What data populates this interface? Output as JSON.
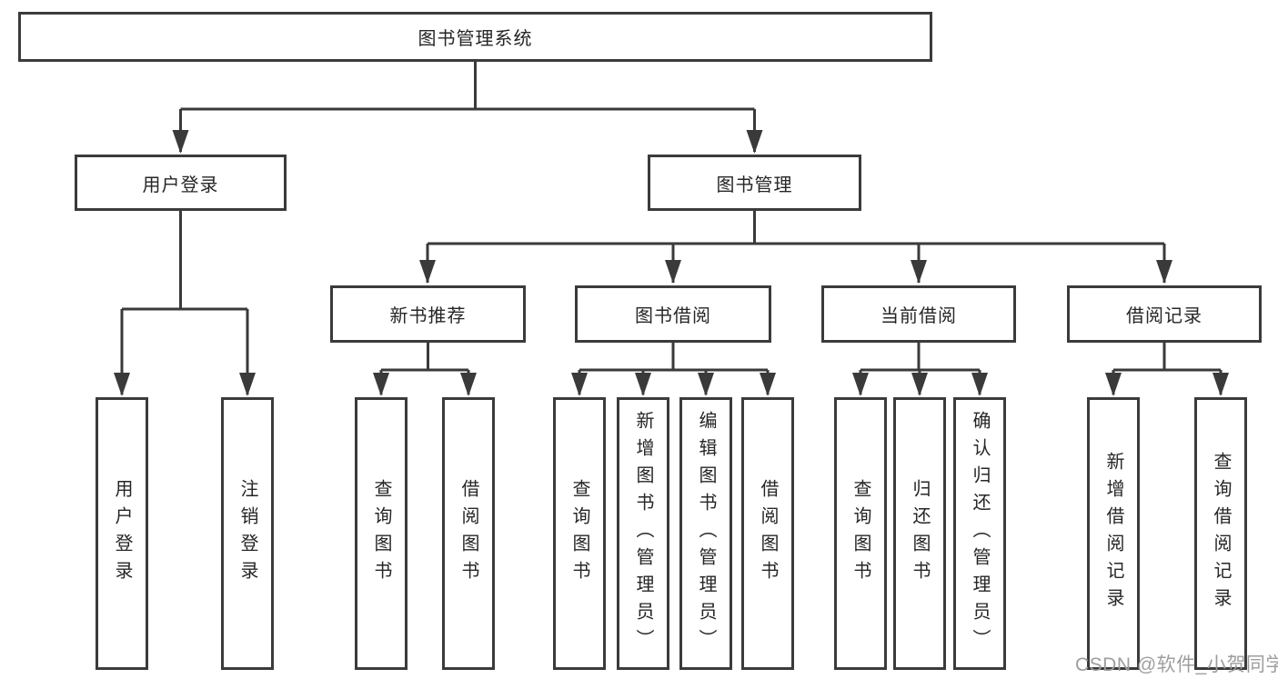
{
  "diagram": {
    "root": {
      "label": "图书管理系统"
    },
    "level2": [
      {
        "label": "用户登录"
      },
      {
        "label": "图书管理"
      }
    ],
    "level3": [
      {
        "label": "新书推荐"
      },
      {
        "label": "图书借阅"
      },
      {
        "label": "当前借阅"
      },
      {
        "label": "借阅记录"
      }
    ],
    "leaves": {
      "login": [
        {
          "label": "用户登录"
        },
        {
          "label": "注销登录"
        }
      ],
      "recommend": [
        {
          "label": "查询图书"
        },
        {
          "label": "借阅图书"
        }
      ],
      "borrow": [
        {
          "label": "查询图书"
        },
        {
          "label": "新增图书（管理员）"
        },
        {
          "label": "编辑图书（管理员）"
        },
        {
          "label": "借阅图书"
        }
      ],
      "current": [
        {
          "label": "查询图书"
        },
        {
          "label": "归还图书"
        },
        {
          "label": "确认归还（管理员）"
        }
      ],
      "records": [
        {
          "label": "新增借阅记录"
        },
        {
          "label": "查询借阅记录"
        }
      ]
    }
  },
  "watermark": {
    "text": "CSDN @软件_小贺同学"
  },
  "colors": {
    "line": "#3a3a3a",
    "box_border": "#3b3b3b",
    "box_fill": "#ffffff",
    "text": "#262626",
    "watermark": "#9e9e9e",
    "background": "#ffffff"
  }
}
